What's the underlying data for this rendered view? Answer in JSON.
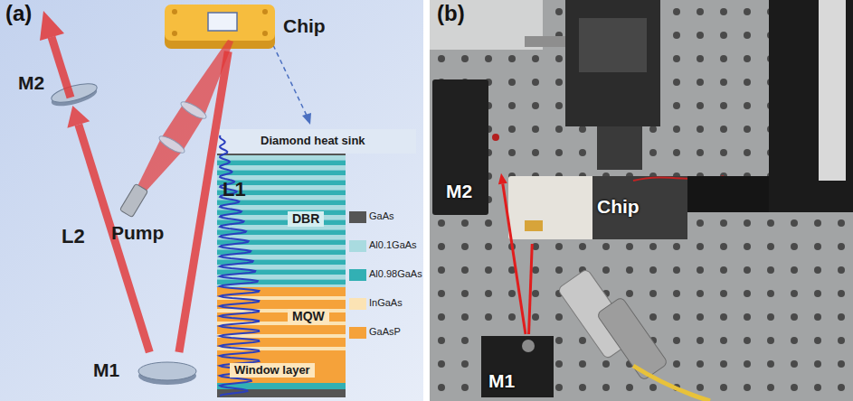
{
  "diagram": {
    "nodes": [
      {
        "text": [
          "(a)"
        ]
      },
      {
        "text": [
          "Chip"
        ],
        "in": 0
      },
      {
        "text": [
          "M2"
        ],
        "in": 0
      },
      {
        "text": [
          "Pump"
        ],
        "in": 0
      },
      {
        "text": [
          "M1"
        ],
        "in": 0
      },
      {
        "text": [
          "Diamond heat sink"
        ],
        "in": 0
      },
      {
        "text": [
          "DBR"
        ],
        "in": 0
      },
      {
        "text": [
          "MQW"
        ],
        "in": 0
      },
      {
        "text": [
          "Window layer"
        ],
        "in": 0
      },
      {
        "text": [
          "(b)"
        ]
      },
      {
        "text": [
          "M2"
        ],
        "in": 9
      },
      {
        "text": [
          "Chip"
        ],
        "in": 9
      },
      {
        "text": [
          "M1"
        ],
        "in": 9
      }
    ],
    "edges": [
      {
        "from": 1,
        "to": 4,
        "arrow": "none",
        "label": "L1"
      },
      {
        "from": 4,
        "to": 2,
        "arrow": "to",
        "label": "L2"
      },
      {
        "from": 11,
        "to": 12,
        "arrow": "none"
      },
      {
        "from": 12,
        "to": 10,
        "arrow": "to"
      }
    ],
    "legend": [
      {
        "text": "GaAs",
        "color": "#555555"
      },
      {
        "text": "Al0.1GaAs",
        "color": "#a9dbe0"
      },
      {
        "text": "Al0.98GaAs",
        "color": "#32b0b4"
      },
      {
        "text": "InGaAs",
        "color": "#fbe3b4"
      },
      {
        "text": "GaAsP",
        "color": "#f5a23a"
      }
    ]
  }
}
